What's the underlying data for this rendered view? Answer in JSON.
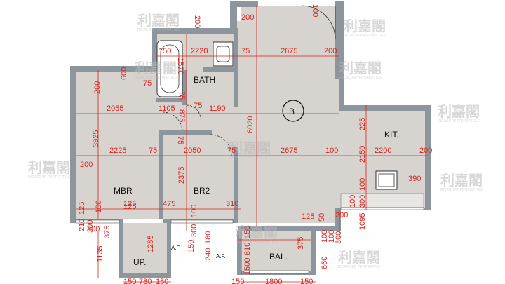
{
  "rooms": {
    "bath": "BATH",
    "mbr": "MBR",
    "br2": "BR2",
    "kit": "KIT.",
    "bal": "BAL.",
    "up": "UP.",
    "unit": "B"
  },
  "labels": {
    "af1": "A.F.",
    "af2": "A.F."
  },
  "watermark": {
    "brand": "利嘉閣",
    "sub": "RICACORP PROPERTIES"
  },
  "dims": {
    "d200_top": "200",
    "d100_top": "100",
    "d200_bath": "200",
    "d150_bath": "150",
    "d2220": "2220",
    "d75_a": "75",
    "d2675_top": "2675",
    "d200_right": "200",
    "d1570": "1570",
    "d600": "600",
    "d75_b": "75",
    "d75_c": "75",
    "d200_left": "200",
    "d75_d": "75",
    "d2055": "2055",
    "d1105": "1105",
    "d875": "875",
    "d1190": "1190",
    "d6020": "6020",
    "d3925": "3925",
    "d225": "225",
    "d75_e": "75",
    "d2225": "2225",
    "d75_f": "75",
    "d2050": "2050",
    "d75_g": "75",
    "d2675_mid": "2675",
    "d100_mid": "100",
    "d2150": "2150",
    "d2200": "2200",
    "d200_kit": "200",
    "d200_mbr": "200",
    "d2375": "2375",
    "d390": "390",
    "d100_kit": "100",
    "d125_mbr": "125",
    "d475": "475",
    "d310": "310",
    "d200_kitb": "200",
    "d300_kit": "300",
    "d125_a": "125",
    "d100_kitc": "100",
    "d125_b": "125",
    "d125_c": "125",
    "d100_a": "100",
    "d100_b": "100",
    "d300_a": "300",
    "d300_b": "300",
    "d1095": "1095",
    "d50": "50",
    "d210": "210",
    "d300_c": "300",
    "d375_a": "375",
    "d375_b": "375",
    "d100_bal": "100",
    "d300_bal": "300",
    "d100_bal2": "100",
    "d1285": "1285",
    "d150_a": "150",
    "d180": "180",
    "d240": "240",
    "d1135": "1135",
    "d150_b": "150",
    "d810": "810",
    "d1500": "1500",
    "d660": "660",
    "d150_c": "150",
    "d780": "780",
    "d150_d": "150",
    "d150_e": "150",
    "d1800": "1800",
    "d150_f": "150"
  }
}
